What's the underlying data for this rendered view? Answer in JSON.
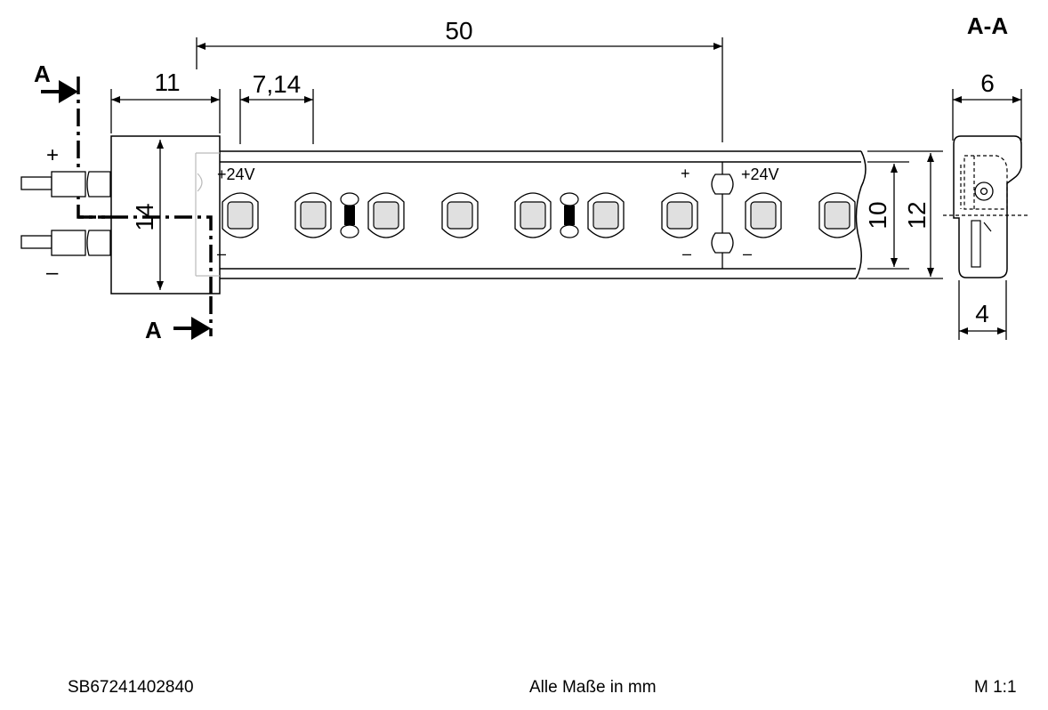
{
  "dimensions": {
    "pitch_total": "50",
    "connector_length": "11",
    "led_pitch": "7,14",
    "connector_height": "14",
    "strip_inner": "10",
    "strip_outer": "12",
    "section_width_top": "6",
    "section_width_bottom": "4"
  },
  "labels": {
    "section_marker": "A",
    "section_title": "A-A",
    "voltage": "+24V",
    "plus": "+",
    "minus": "–"
  },
  "footer": {
    "article_number": "SB67241402840",
    "units_note": "Alle Maße in mm",
    "scale": "M 1:1"
  }
}
